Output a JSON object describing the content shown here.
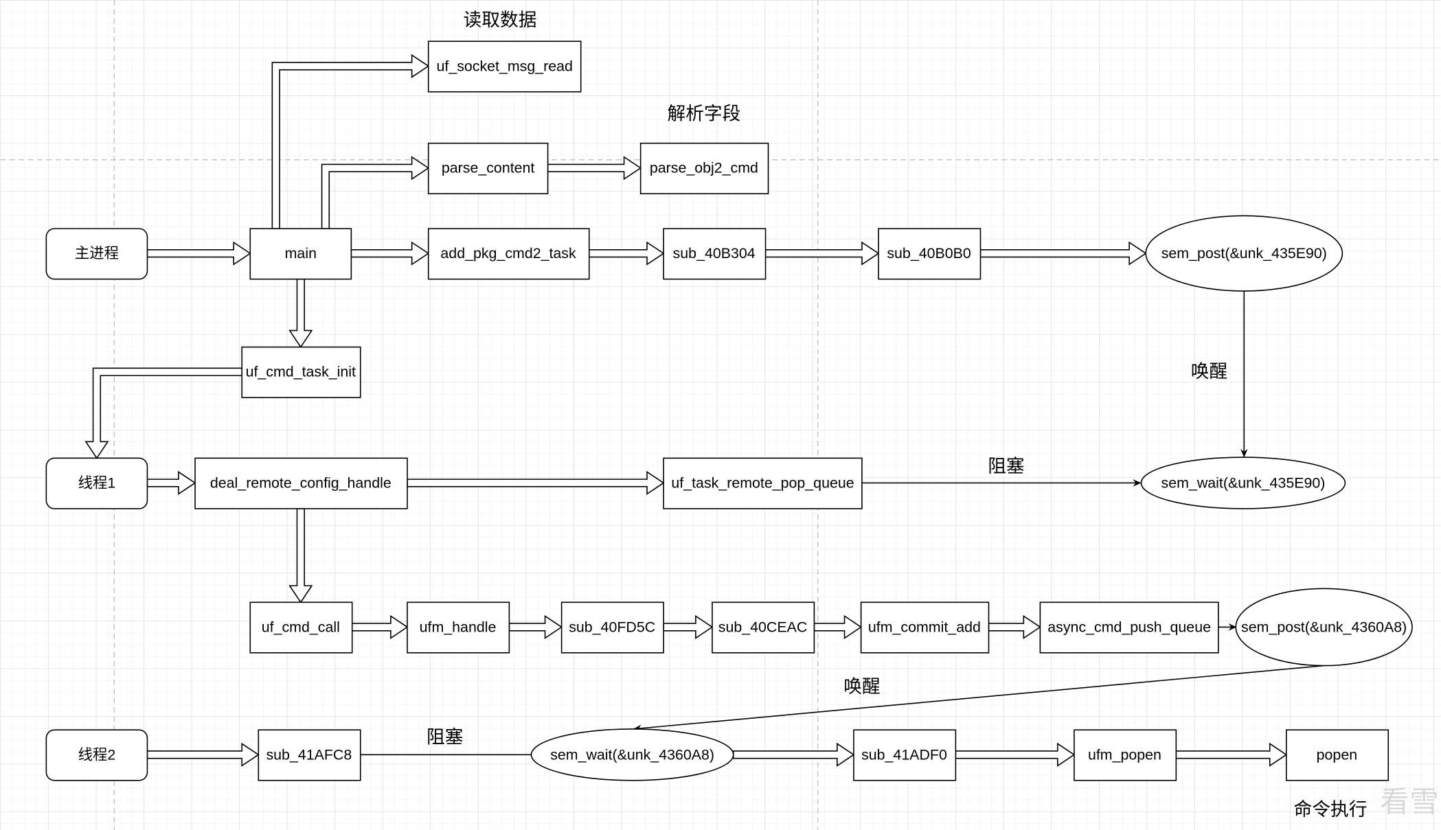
{
  "nodes": {
    "main_process": "主进程",
    "main": "main",
    "uf_socket_msg_read": "uf_socket_msg_read",
    "parse_content": "parse_content",
    "parse_obj2_cmd": "parse_obj2_cmd",
    "add_pkg_cmd2_task": "add_pkg_cmd2_task",
    "sub_40B304": "sub_40B304",
    "sub_40B0B0": "sub_40B0B0",
    "sem_post_435E90": "sem_post(&unk_435E90)",
    "uf_cmd_task_init": "uf_cmd_task_init",
    "thread1": "线程1",
    "deal_remote_config_handle": "deal_remote_config_handle",
    "uf_task_remote_pop_queue": "uf_task_remote_pop_queue",
    "sem_wait_435E90": "sem_wait(&unk_435E90)",
    "uf_cmd_call": "uf_cmd_call",
    "ufm_handle": "ufm_handle",
    "sub_40FD5C": "sub_40FD5C",
    "sub_40CEAC": "sub_40CEAC",
    "ufm_commit_add": "ufm_commit_add",
    "async_cmd_push_queue": "async_cmd_push_queue",
    "sem_post_4360A8": "sem_post(&unk_4360A8)",
    "thread2": "线程2",
    "sub_41AFC8": "sub_41AFC8",
    "sem_wait_4360A8": "sem_wait(&unk_4360A8)",
    "sub_41ADF0": "sub_41ADF0",
    "ufm_popen": "ufm_popen",
    "popen": "popen"
  },
  "annotations": {
    "read_data": "读取数据",
    "parse_fields": "解析字段",
    "wake1": "唤醒",
    "block1": "阻塞",
    "wake2": "唤醒",
    "block2": "阻塞",
    "cmd_exec": "命令执行"
  },
  "watermark": "看雪",
  "colors": {
    "grid_minor": "#ececec",
    "grid_major": "#d9d9d9",
    "page_break": "#c0c0c0",
    "stroke": "#000000"
  }
}
